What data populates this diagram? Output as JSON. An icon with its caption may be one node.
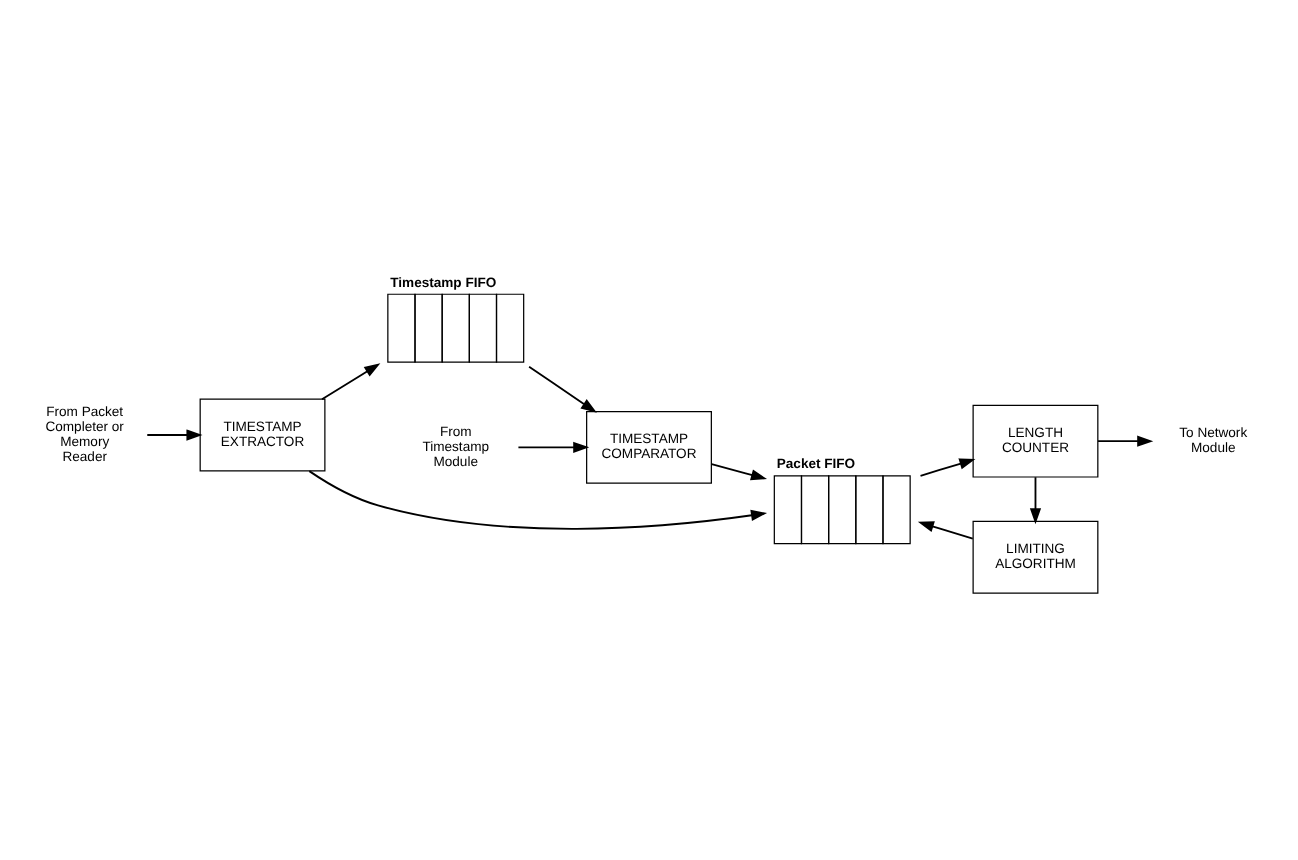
{
  "diagram": {
    "nodes": [
      {
        "text": [
          "From Packet Completer or Memory Reader"
        ]
      },
      {
        "text": [
          "TIMESTAMP EXTRACTOR"
        ]
      },
      {
        "text": [
          "Timestamp FIFO"
        ]
      },
      {
        "text": [
          "TIMESTAMP COMPARATOR"
        ]
      },
      {
        "text": [
          "From Timestamp Module"
        ]
      },
      {
        "text": [
          "Packet FIFO"
        ]
      },
      {
        "text": [
          "LENGTH COUNTER"
        ]
      },
      {
        "text": [
          "To Network Module"
        ]
      },
      {
        "text": [
          "LIMITING ALGORITHM"
        ]
      }
    ],
    "edges": [
      {
        "from": 0,
        "to": 1,
        "arrow": "to"
      },
      {
        "from": 1,
        "to": 2,
        "arrow": "to"
      },
      {
        "from": 1,
        "to": 5,
        "arrow": "to"
      },
      {
        "from": 2,
        "to": 3,
        "arrow": "to"
      },
      {
        "from": 4,
        "to": 3,
        "arrow": "to"
      },
      {
        "from": 3,
        "to": 5,
        "arrow": "to"
      },
      {
        "from": 5,
        "to": 6,
        "arrow": "to"
      },
      {
        "from": 6,
        "to": 7,
        "arrow": "to"
      },
      {
        "from": 6,
        "to": 8,
        "arrow": "to"
      },
      {
        "from": 8,
        "to": 5,
        "arrow": "to"
      }
    ]
  }
}
